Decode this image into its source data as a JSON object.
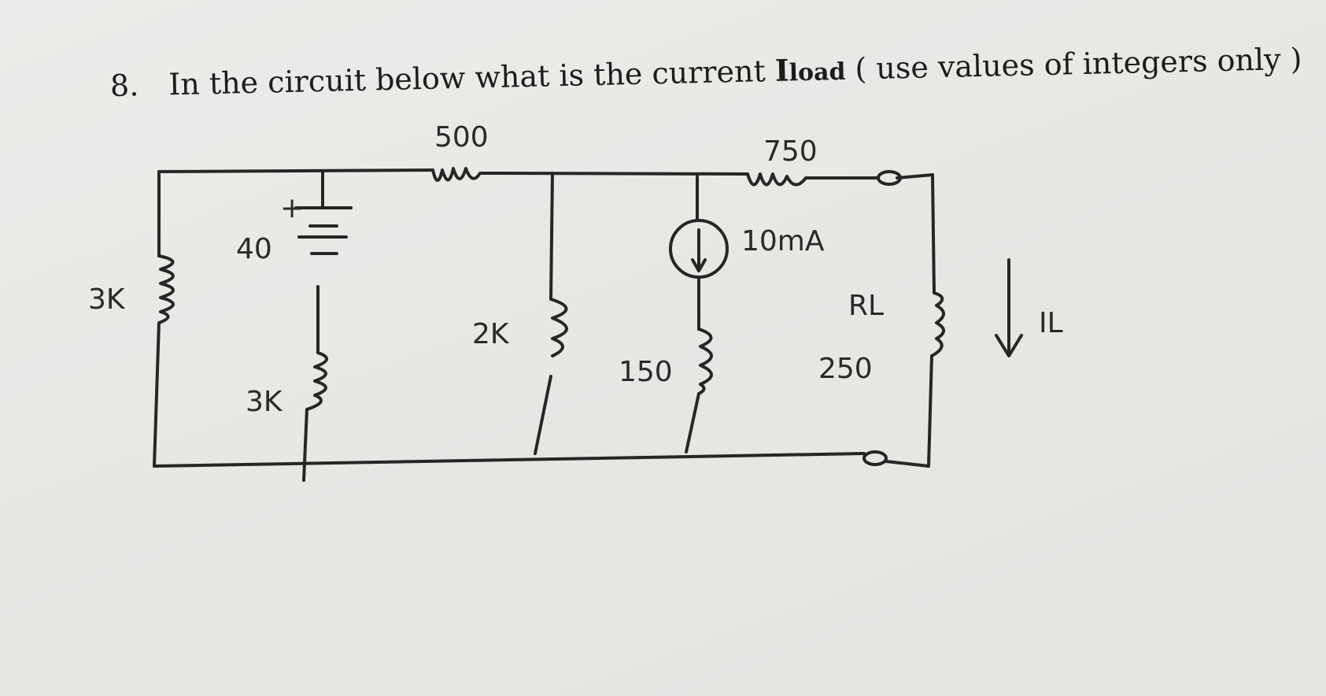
{
  "question": {
    "number": "8.",
    "text_before": "In the circuit below what is the current",
    "current_symbol": "I",
    "current_subscript": "load",
    "text_after": "( use values of integers only )"
  },
  "labels": {
    "r_top_left": "500",
    "r_top_right": "750",
    "r_left": "3K",
    "battery_plus": "+",
    "battery_value": "40",
    "r_battery_series": "3K",
    "r_middle": "2K",
    "current_source": "10mA",
    "r_source_branch": "150",
    "r_load_name": "RL",
    "r_load_value": "250",
    "load_current": "IL"
  },
  "colors": {
    "paper": "#e9e9e7",
    "ink": "#262626"
  },
  "icons": {
    "source": "current-source-icon",
    "arrow": "down-arrow-icon"
  }
}
